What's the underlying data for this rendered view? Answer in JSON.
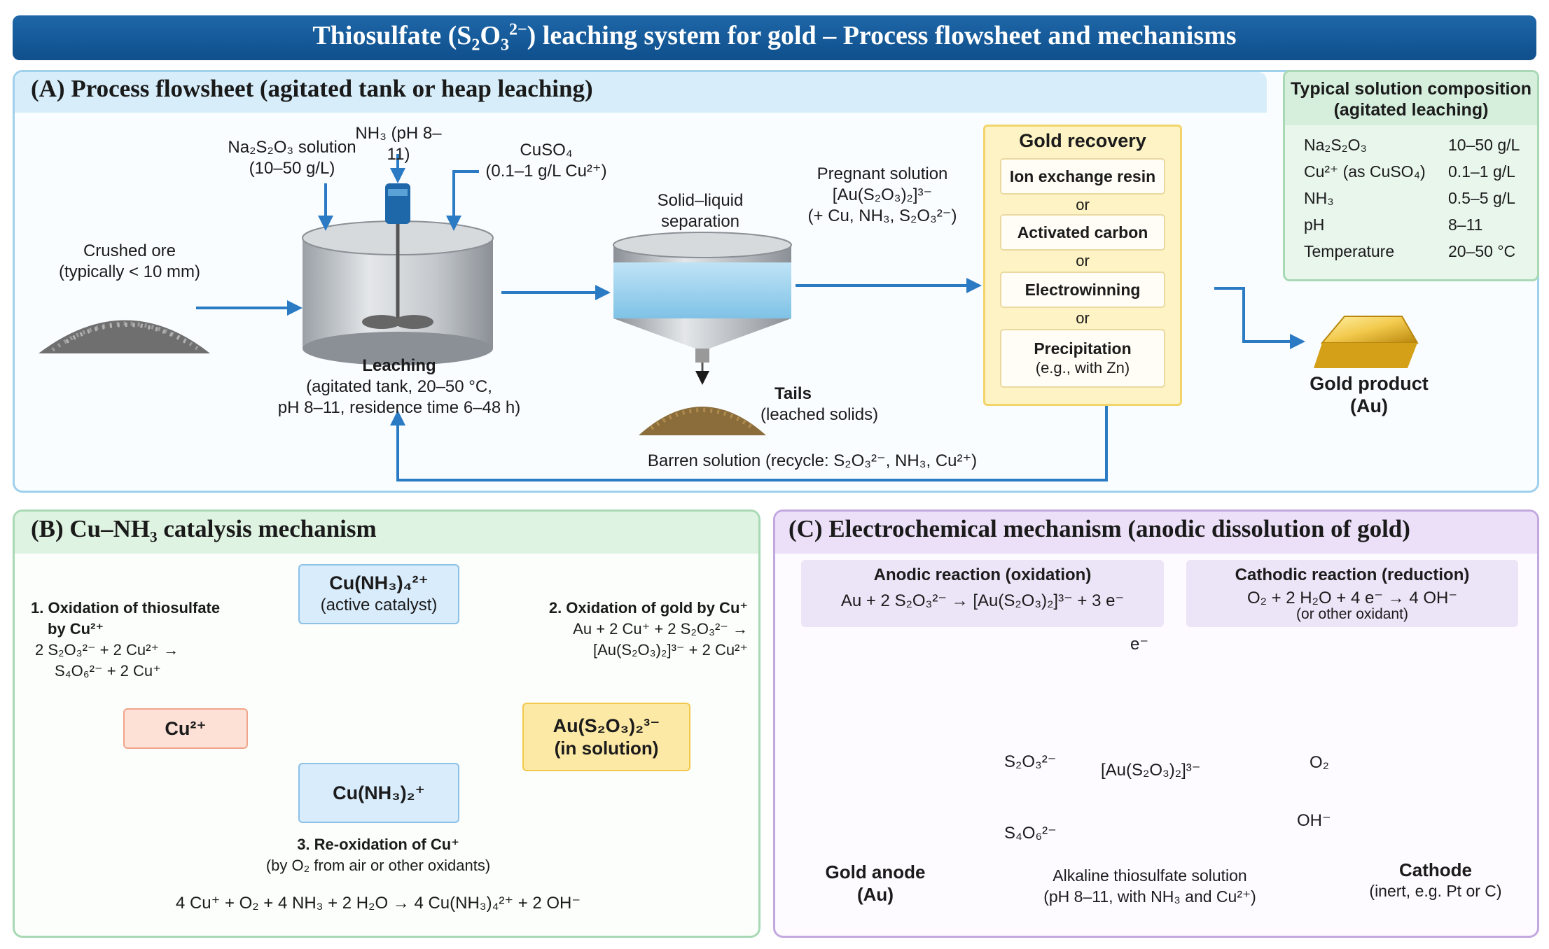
{
  "title": {
    "pre": "Thiosulfate (S",
    "sub1": "2",
    "mid": "O",
    "sub2": "3",
    "sup": "2−",
    "post": ") leaching system for gold – Process flowsheet and mechanisms"
  },
  "panel_a": {
    "title": "(A) Process flowsheet (agitated tank or heap leaching)",
    "ore": {
      "line1": "Crushed ore",
      "line2": "(typically < 10 mm)"
    },
    "na_in": {
      "line1": "Na₂S₂O₃ solution",
      "line2": "(10–50 g/L)"
    },
    "nh3_in": "NH₃ (pH 8–11)",
    "cuso4_in": {
      "line1": "CuSO₄",
      "line2": "(0.1–1 g/L Cu²⁺)"
    },
    "leaching": {
      "title": "Leaching",
      "line1": "(agitated tank, 20–50 °C,",
      "line2": "pH 8–11, residence time 6–48 h)"
    },
    "separation": {
      "line1": "Solid–liquid",
      "line2": "separation"
    },
    "tails": {
      "line1": "Tails",
      "line2": "(leached solids)"
    },
    "pregnant": {
      "line1": "Pregnant solution",
      "line2": "[Au(S₂O₃)₂]³⁻",
      "line3": "(+ Cu, NH₃, S₂O₃²⁻)"
    },
    "barren": "Barren solution (recycle: S₂O₃²⁻, NH₃, Cu²⁺)",
    "gold_recovery": {
      "title": "Gold recovery",
      "options": [
        "Ion exchange resin",
        "Activated carbon",
        "Electrowinning",
        "Precipitation"
      ],
      "precip_note": "(e.g., with Zn)",
      "or": "or"
    },
    "gold_product": {
      "line1": "Gold product",
      "line2": "(Au)"
    }
  },
  "composition": {
    "title_line1": "Typical solution composition",
    "title_line2": "(agitated leaching)",
    "rows": [
      {
        "name": "Na₂S₂O₃",
        "value": "10–50 g/L"
      },
      {
        "name": "Cu²⁺ (as CuSO₄)",
        "value": "0.1–1 g/L"
      },
      {
        "name": "NH₃",
        "value": "0.5–5 g/L"
      },
      {
        "name": "pH",
        "value": "8–11"
      },
      {
        "name": "Temperature",
        "value": "20–50 °C"
      }
    ]
  },
  "panel_b": {
    "title": "(B) Cu–NH₃ catalysis mechanism",
    "top_node": {
      "line1": "Cu(NH₃)₄²⁺",
      "line2": "(active catalyst)"
    },
    "right_node": {
      "line1": "Au(S₂O₃)₂³⁻",
      "line2": "(in solution)"
    },
    "bottom_node": "Cu(NH₃)₂⁺",
    "left_node": "Cu²⁺",
    "step1": {
      "line1": "1. Oxidation of thiosulfate",
      "line2": "by Cu²⁺",
      "eq1": "2 S₂O₃²⁻ + 2 Cu²⁺ →",
      "eq2": "S₄O₆²⁻ + 2 Cu⁺"
    },
    "step2": {
      "line1": "2. Oxidation of gold by Cu⁺",
      "eq1": "Au + 2 Cu⁺ + 2 S₂O₃²⁻ →",
      "eq2": "[Au(S₂O₃)₂]³⁻ + 2 Cu²⁺"
    },
    "step3": {
      "line1": "3. Re-oxidation of Cu⁺",
      "line2": "(by O₂ from air or other oxidants)",
      "eq": "4 Cu⁺ + O₂ + 4 NH₃ + 2 H₂O → 4 Cu(NH₃)₄²⁺ + 2 OH⁻"
    }
  },
  "panel_c": {
    "title": "(C) Electrochemical mechanism (anodic dissolution of gold)",
    "anodic": {
      "title": "Anodic reaction (oxidation)",
      "eq": "Au + 2 S₂O₃²⁻ → [Au(S₂O₃)₂]³⁻ + 3 e⁻"
    },
    "cathodic": {
      "title": "Cathodic reaction (reduction)",
      "eq": "O₂ + 2 H₂O + 4 e⁻ → 4 OH⁻",
      "note": "(or other oxidant)"
    },
    "electron": "e⁻",
    "s2o3": "S₂O₃²⁻",
    "s4o6": "S₄O₆²⁻",
    "complex": "[Au(S₂O₃)₂]³⁻",
    "o2": "O₂",
    "oh": "OH⁻",
    "anode": {
      "line1": "Gold anode",
      "line2": "(Au)"
    },
    "solution": {
      "line1": "Alkaline thiosulfate solution",
      "line2": "(pH 8–11, with NH₃ and Cu²⁺)"
    },
    "cathode": {
      "line1": "Cathode",
      "line2": "(inert, e.g. Pt or C)"
    }
  },
  "colors": {
    "title_bar": "#155a98",
    "flow_arrow": "#2b7bc4",
    "gold": "#f2c94c"
  }
}
